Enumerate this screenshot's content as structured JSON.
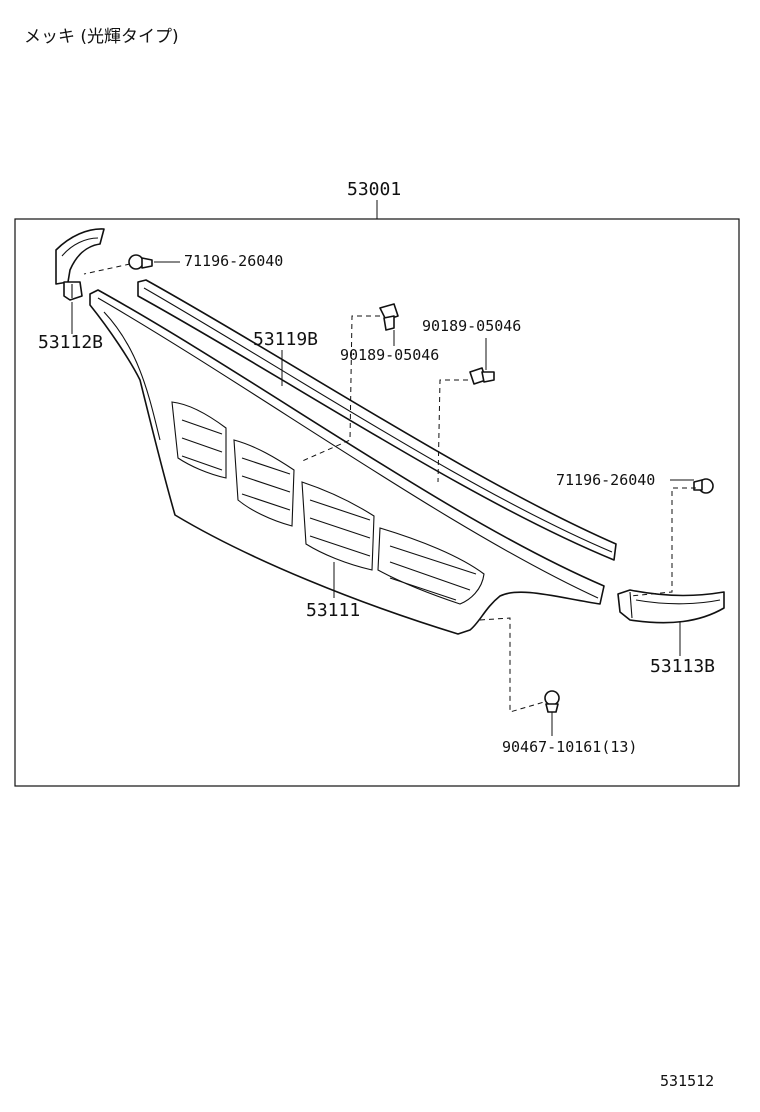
{
  "header": {
    "note": "メッキ (光輝タイプ)"
  },
  "assembly": {
    "number": "53001"
  },
  "callouts": [
    {
      "id": "clip-left",
      "text": "71196-26040"
    },
    {
      "id": "bracket-left",
      "text": "53112B"
    },
    {
      "id": "molding",
      "text": "53119B"
    },
    {
      "id": "screw-upper",
      "text": "90189-05046"
    },
    {
      "id": "screw-lower",
      "text": "90189-05046"
    },
    {
      "id": "clip-right",
      "text": "71196-26040"
    },
    {
      "id": "grille",
      "text": "53111"
    },
    {
      "id": "bracket-right",
      "text": "53113B"
    },
    {
      "id": "clip-bottom",
      "text": "90467-10161(13)"
    }
  ],
  "footer": {
    "diagram_code": "531512"
  }
}
